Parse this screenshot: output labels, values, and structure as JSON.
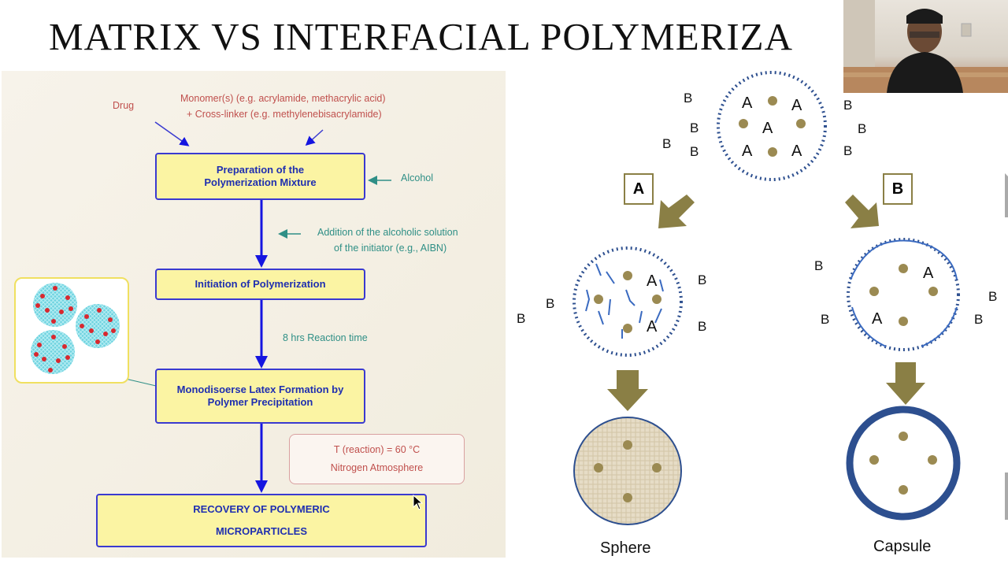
{
  "slide": {
    "title": "MATRIX VS INTERFACIAL POLYMERIZA"
  },
  "flowchart": {
    "drug_label": "Drug",
    "monomer_line1": "Monomer(s) (e.g. acrylamide, methacrylic acid)",
    "monomer_line2": "+ Cross-linker (e.g. methylenebisacrylamide)",
    "step1": "Preparation of the Polymerization Mixture",
    "alcohol_label": "Alcohol",
    "addition_line1": "Addition of the alcoholic solution",
    "addition_line2": "of the initiator (e.g., AIBN)",
    "step2": "Initiation of Polymerization",
    "reaction_time": "8 hrs Reaction time",
    "step3": "Monodisoerse Latex Formation by Polymer Precipitation",
    "condition_line1": "T (reaction) = 60 °C",
    "condition_line2": "Nitrogen Atmosphere",
    "step4_line1": "RECOVERY OF POLYMERIC",
    "step4_line2": "MICROPARTICLES"
  },
  "diagram": {
    "monomer_letter": "A",
    "outer_letter": "B",
    "route_a_tag": "A",
    "route_b_tag": "B",
    "sphere_label": "Sphere",
    "capsule_label": "Capsule"
  },
  "colors": {
    "box_fill": "#fbf4a3",
    "box_border": "#3a3ad0",
    "arrow_blue": "#1515e0",
    "note_red": "#c0504d",
    "note_teal": "#2f8f86",
    "particle_dot": "#9b8a52",
    "capsule_ring": "#2d4f8f",
    "dotted_membrane": "#2d4f8f",
    "olive_arrow": "#8a7f45"
  },
  "icons": [
    "mouse-cursor-icon",
    "particle-cluster-icon",
    "olive-arrow-icon"
  ]
}
